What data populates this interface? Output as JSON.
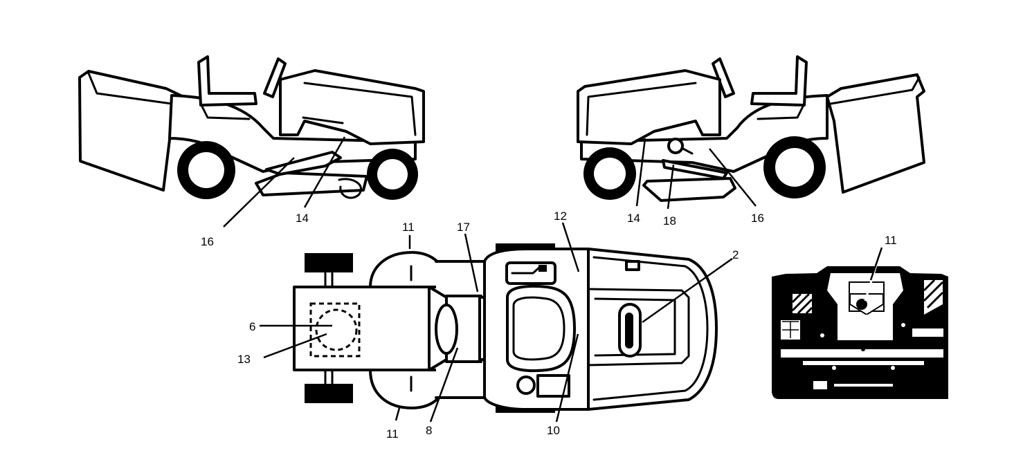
{
  "callouts": {
    "left_side_16": "16",
    "left_side_14": "14",
    "right_side_14": "14",
    "right_side_18": "18",
    "right_side_16": "16",
    "top_11_upper": "11",
    "top_17": "17",
    "top_12": "12",
    "top_2": "2",
    "top_6": "6",
    "top_13": "13",
    "top_11_lower": "11",
    "top_8": "8",
    "top_10": "10",
    "rear_11": "11"
  },
  "icons": {
    "left_mower": "side-view-tractor-left",
    "right_mower": "side-view-tractor-right",
    "top_mower": "top-view-tractor",
    "rear_panel": "rear-panel-decal"
  },
  "colors": {
    "line": "#000000",
    "background": "#ffffff"
  }
}
